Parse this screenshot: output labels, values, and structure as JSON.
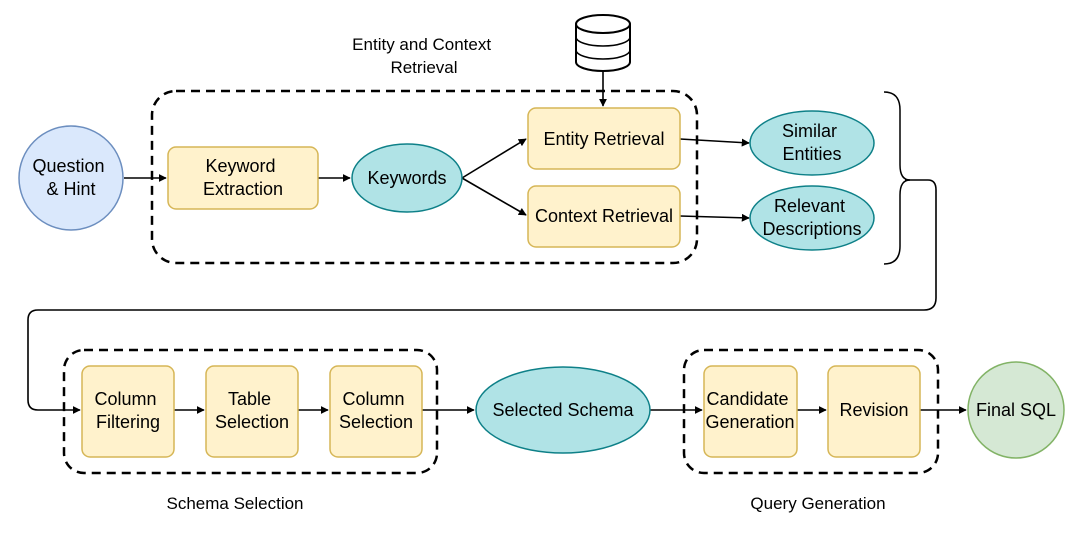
{
  "groups": {
    "entity_context": [
      "Entity and Context",
      "Retrieval"
    ],
    "schema_selection": "Schema Selection",
    "query_generation": "Query Generation"
  },
  "nodes": {
    "question_hint": [
      "Question",
      "& Hint"
    ],
    "keyword_extraction": [
      "Keyword",
      "Extraction"
    ],
    "keywords": "Keywords",
    "entity_retrieval": "Entity Retrieval",
    "context_retrieval": "Context Retrieval",
    "similar_entities": [
      "Similar",
      "Entities"
    ],
    "relevant_descriptions": [
      "Relevant",
      "Descriptions"
    ],
    "column_filtering": [
      "Column",
      "Filtering"
    ],
    "table_selection": [
      "Table",
      "Selection"
    ],
    "column_selection": [
      "Column",
      "Selection"
    ],
    "selected_schema": "Selected Schema",
    "candidate_generation": [
      "Candidate",
      "Generation"
    ],
    "revision": "Revision",
    "final_sql": "Final SQL"
  },
  "colors": {
    "process_fill": "#fff2cc",
    "process_stroke": "#d6b656",
    "artifact_fill": "#b0e3e6",
    "artifact_stroke": "#0e8088",
    "input_fill": "#dae8fc",
    "input_stroke": "#6c8ebf",
    "output_fill": "#d5e8d4",
    "output_stroke": "#82b366"
  },
  "icons": {
    "database": "database-cylinder-icon"
  }
}
